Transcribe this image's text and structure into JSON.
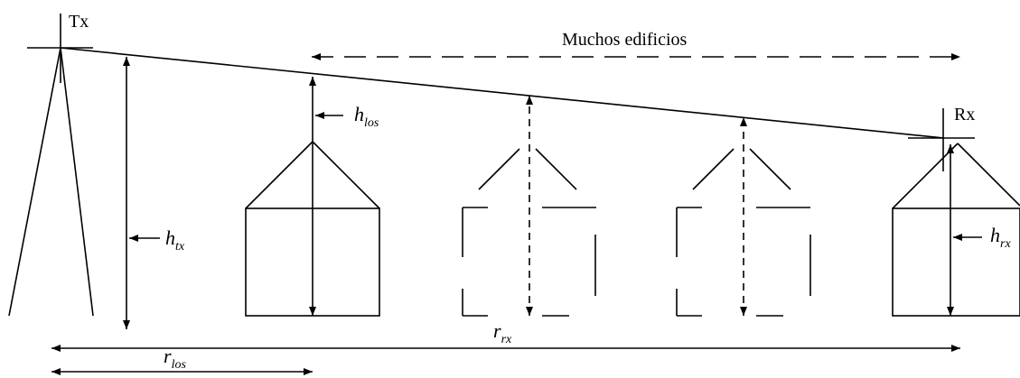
{
  "labels": {
    "tx": "Tx",
    "rx": "Rx",
    "many_buildings": "Muchos edificios",
    "h_los_var": "h",
    "h_los_sub": "los",
    "h_tx_var": "h",
    "h_tx_sub": "tx",
    "h_rx_var": "h",
    "h_rx_sub": "rx",
    "r_rx_var": "r",
    "r_rx_sub": "rx",
    "r_los_var": "r",
    "r_los_sub": "los"
  }
}
